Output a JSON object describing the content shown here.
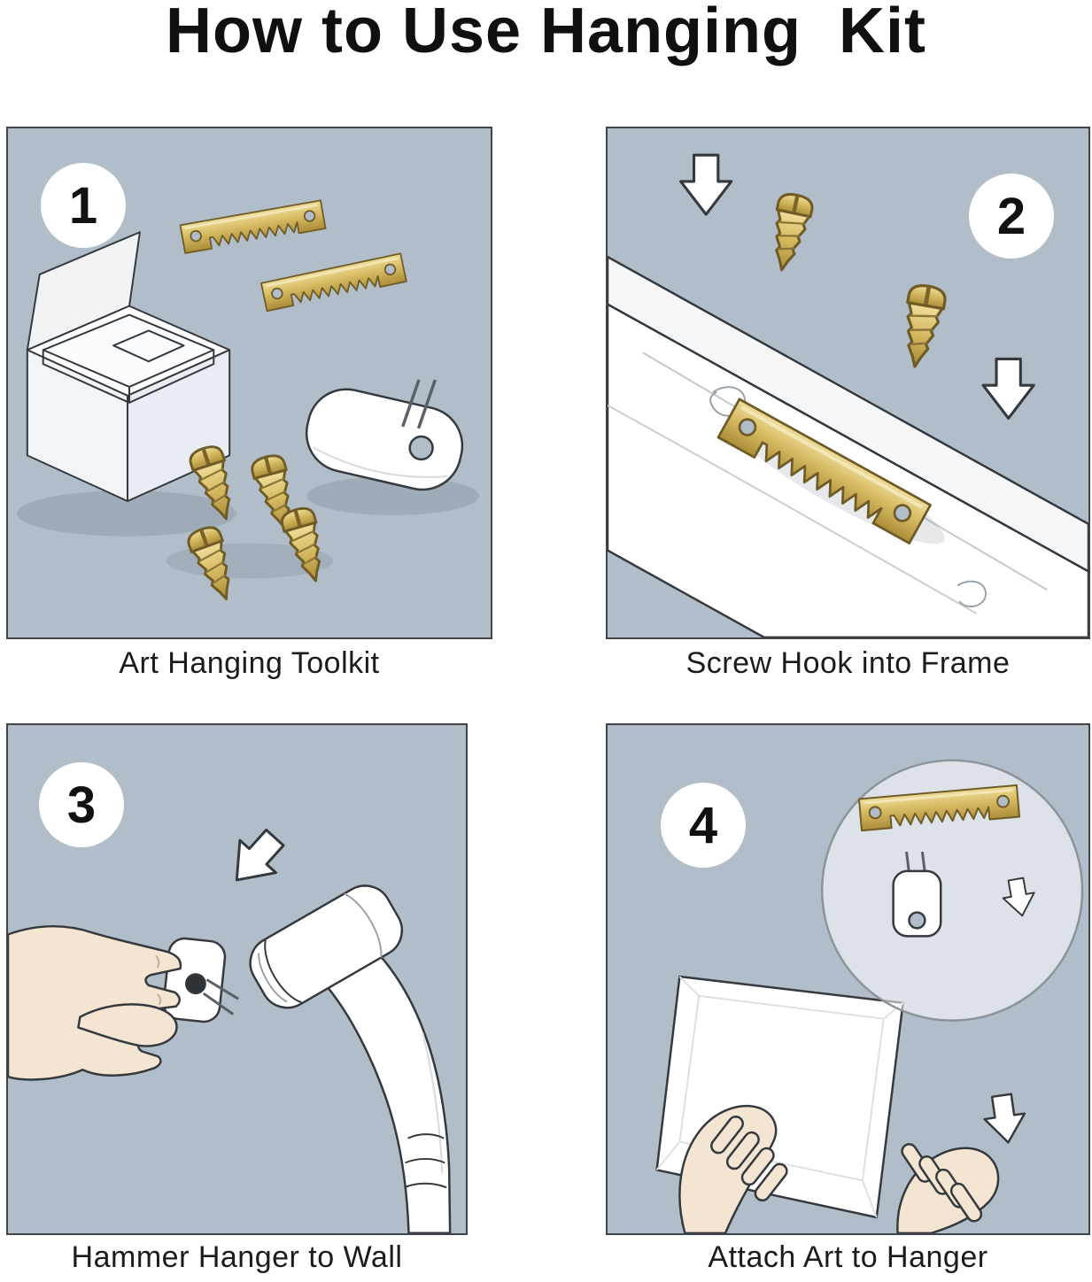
{
  "title": "How to Use Hanging  Kit",
  "panels": [
    {
      "number": "1",
      "caption": "Art Hanging Toolkit"
    },
    {
      "number": "2",
      "caption": "Screw Hook into Frame"
    },
    {
      "number": "3",
      "caption": "Hammer Hanger to Wall"
    },
    {
      "number": "4",
      "caption": "Attach Art to Hanger"
    }
  ],
  "icons": {
    "sawtooth_hanger": "gold sawtooth picture hanger",
    "screw": "brass screw",
    "arrow": "white block arrow",
    "storage_box": "clear toolkit case",
    "wall_hook": "white wall hook with pins",
    "hammer": "hammer",
    "hand": "hand",
    "canvas": "back of picture frame",
    "magnifier": "zoom detail circle"
  },
  "colors": {
    "background": "#ffffff",
    "panel_background": "#b1bec9",
    "panel_border": "#3f4449",
    "brass": "#d6ba62",
    "brass_dark": "#ab8c38",
    "outline": "#35393d",
    "skin": "#f4e4d2",
    "text": "#141414"
  }
}
